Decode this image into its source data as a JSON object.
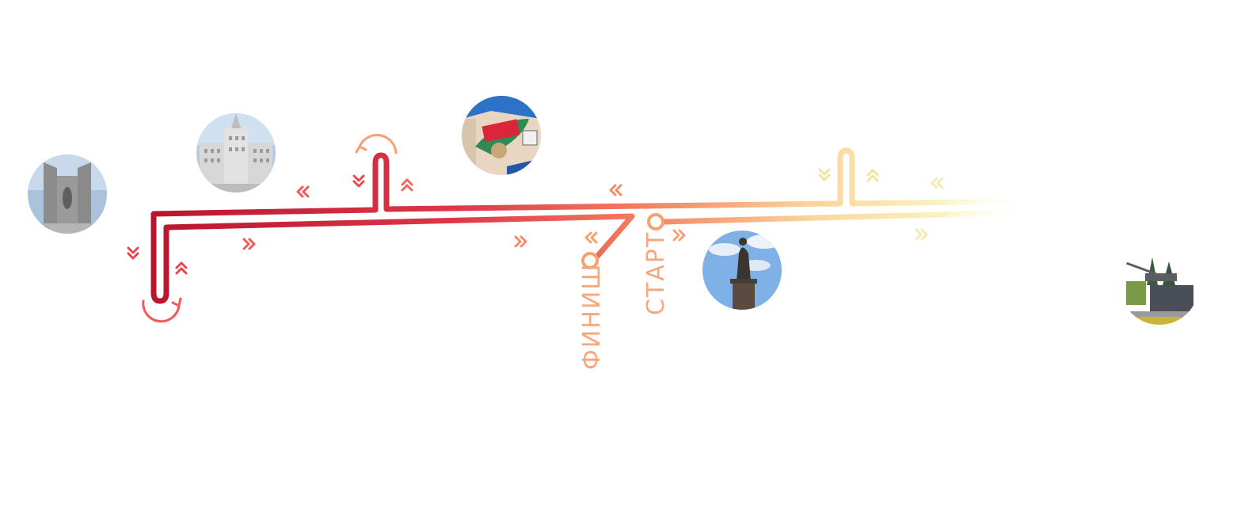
{
  "labels": {
    "start": "СТАРТ",
    "finish": "ФИНИШ"
  },
  "colors": {
    "route_dark": "#b8152f",
    "route_mid": "#ef5350",
    "route_light": "#f8a072",
    "route_fade": "#fbf2b0",
    "marker": "#f48a6f",
    "marker_light": "#f5e9a0",
    "label": "#f7a77d"
  },
  "landmarks": [
    {
      "name": "monument-landmark",
      "icon": "monument-icon"
    },
    {
      "name": "tower-building-landmark",
      "icon": "building-icon"
    },
    {
      "name": "shop-sign-landmark",
      "icon": "shop-sign-icon"
    },
    {
      "name": "lenin-statue-landmark",
      "icon": "statue-icon"
    },
    {
      "name": "tank-memorial-landmark",
      "icon": "tank-memorial-icon"
    }
  ]
}
